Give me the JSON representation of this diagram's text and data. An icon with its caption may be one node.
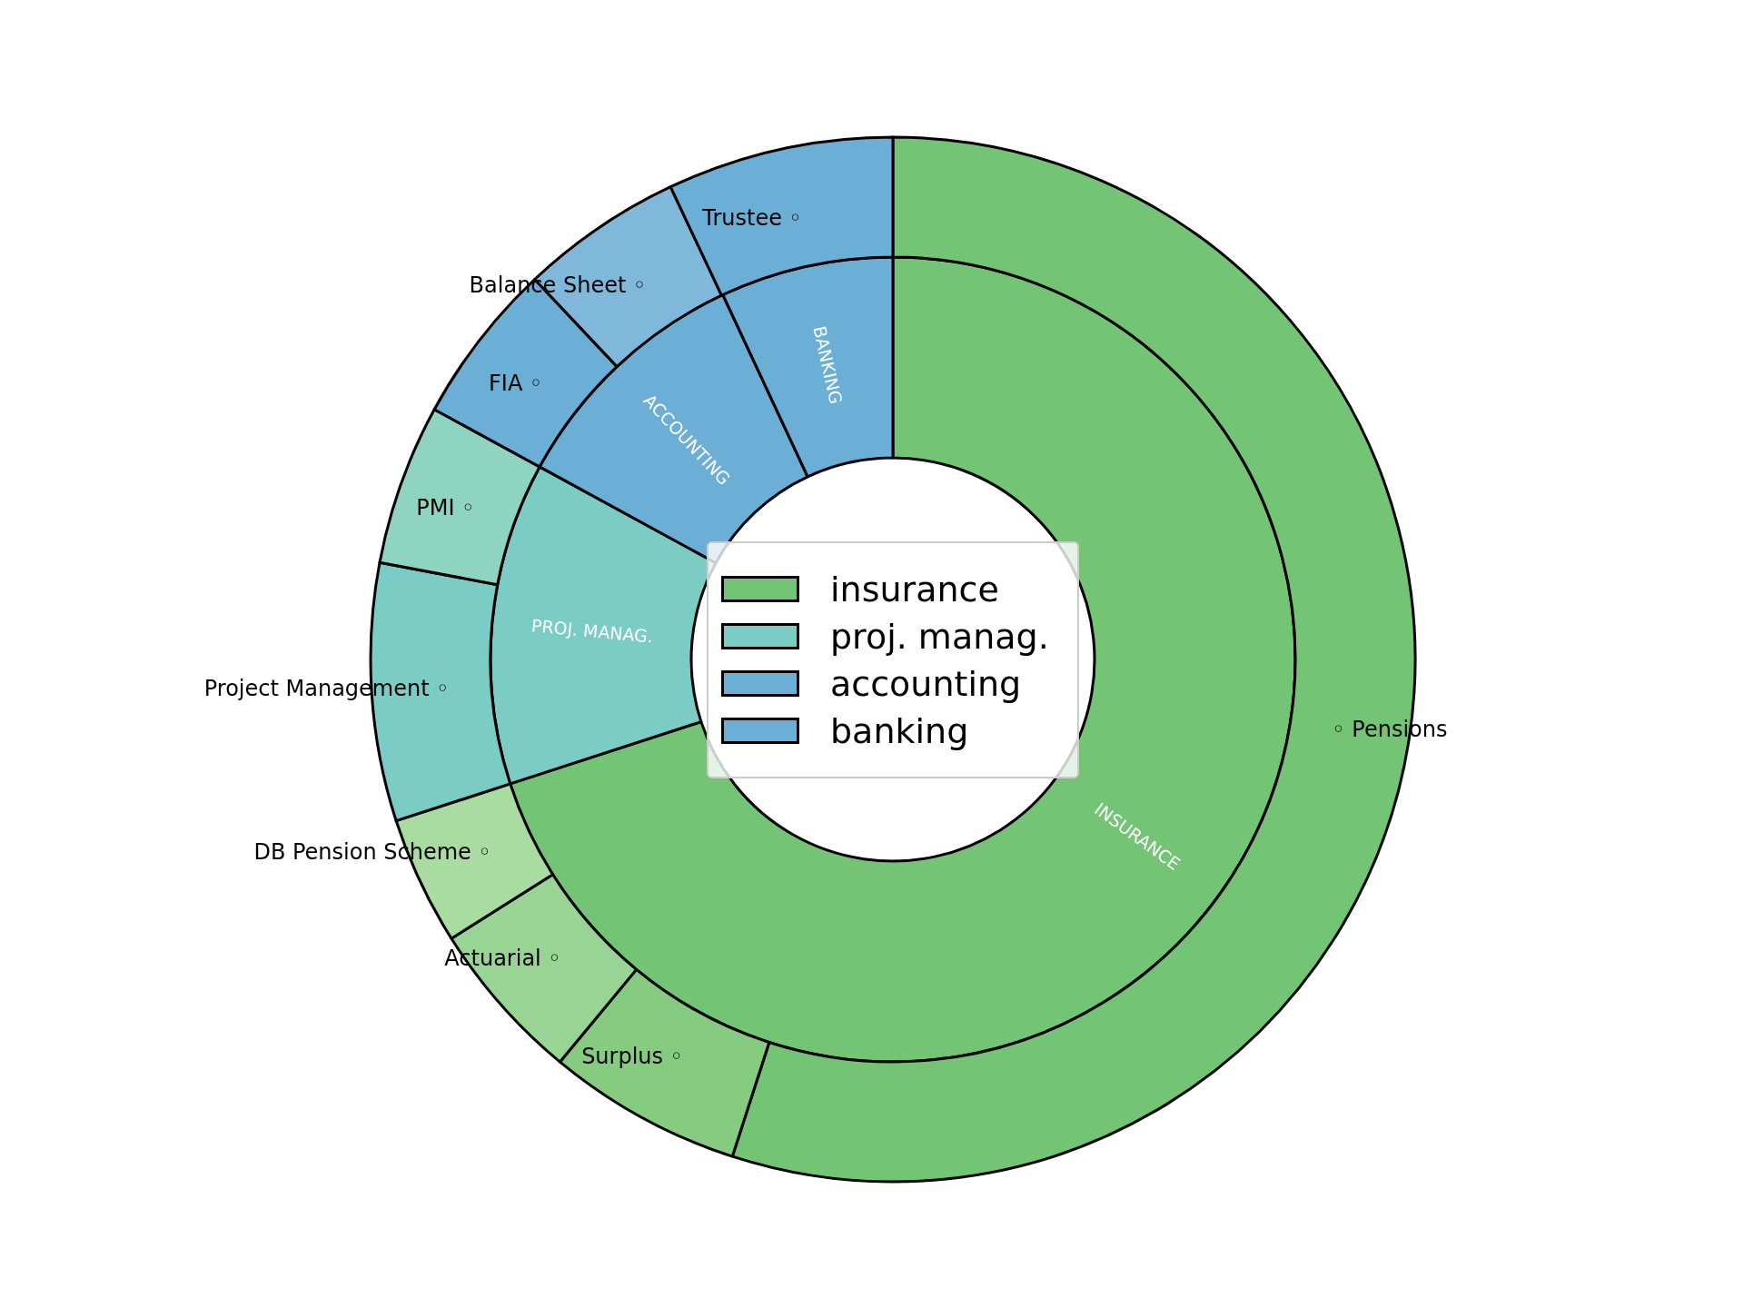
{
  "diagram": {
    "nodes": [
      {
        "text": [
          "INSURANCE"
        ]
      },
      {
        "text": [
          "PROJ. MANAG."
        ]
      },
      {
        "text": [
          "ACCOUNTING"
        ]
      },
      {
        "text": [
          "BANKING"
        ]
      },
      {
        "text": [
          "◦ Pensions"
        ]
      },
      {
        "text": [
          "Surplus ◦"
        ]
      },
      {
        "text": [
          "Actuarial ◦"
        ]
      },
      {
        "text": [
          "DB Pension Scheme ◦"
        ]
      },
      {
        "text": [
          "Project Management ◦"
        ]
      },
      {
        "text": [
          "PMI ◦"
        ]
      },
      {
        "text": [
          "FIA ◦"
        ]
      },
      {
        "text": [
          "Balance Sheet ◦"
        ]
      },
      {
        "text": [
          "Trustee ◦"
        ]
      }
    ],
    "legend": [
      {
        "text": "insurance",
        "color": "#74c476"
      },
      {
        "text": "proj. manag.",
        "color": "#7bccc4"
      },
      {
        "text": "accounting",
        "color": "#6baed6"
      },
      {
        "text": "banking",
        "color": "#6baed6"
      }
    ]
  }
}
